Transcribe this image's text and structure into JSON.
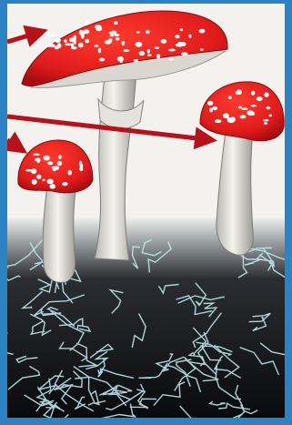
{
  "illustration": {
    "subject": "fly-agaric-mushrooms-with-mycelium",
    "colors": {
      "cap_red": "#e01c1c",
      "cap_dark": "#b80f12",
      "spot": "#ffffff",
      "stem": "#e9e8e2",
      "soil": "#101214",
      "mycelium": "#bfe7ee",
      "arrow": "#b7121a",
      "frame": "#2b83c4"
    },
    "arrows": [
      {
        "id": "arrow-top-left",
        "points_to": "large-mushroom-cap"
      },
      {
        "id": "arrow-middle-left",
        "points_to": "right-mushroom-cap"
      },
      {
        "id": "arrow-lower-left",
        "points_to": "small-left-mushroom-cap"
      }
    ]
  }
}
